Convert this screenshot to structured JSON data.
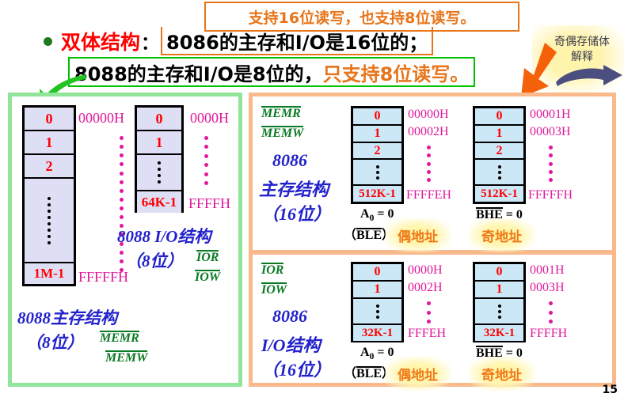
{
  "header": {
    "callout_top": "支持16位读写，也支持8位读写。",
    "bullet_label": "双体结构",
    "colon": "：",
    "line1_boxed": "8086的主存和I/O是16位的；",
    "line2_black": "8088的主存和I/O是8位的，",
    "line2_orange": "只支持8位读写。"
  },
  "badge": {
    "line1": "奇偶存储体",
    "line2": "解释"
  },
  "left_panel": {
    "memory": {
      "caption_line1": "8088主存结构",
      "caption_line2": "（8位）",
      "cells": [
        "0",
        "1",
        "2",
        "⋮",
        "1M-1"
      ],
      "addr_first": "00000H",
      "addr_last": "FFFFFH",
      "signals": [
        "MEMR",
        "MEMW"
      ]
    },
    "io": {
      "caption_line1": "8088 I/O结构",
      "caption_line2": "（8位）",
      "cells": [
        "0",
        "1",
        "⋮",
        "64K-1"
      ],
      "addr_first": "0000H",
      "addr_last": "FFFFH",
      "signals": [
        "IOR",
        "IOW"
      ]
    }
  },
  "right_panel": {
    "memory": {
      "signals": [
        "MEMR",
        "MEMW"
      ],
      "caption_line1": "8086",
      "caption_line2": "主存结构",
      "caption_line3": "（16位）",
      "even_bank": {
        "cells": [
          "0",
          "1",
          "2",
          "⋮",
          "512K-1"
        ],
        "addr_0": "00000H",
        "addr_1": "00002H",
        "addr_last": "FFFFEH",
        "select_signal": "A",
        "select_sub": "0",
        "select_value": "= 0",
        "select_alt_open": "（",
        "select_alt": "BLE",
        "select_alt_close": "）",
        "parity": "偶地址"
      },
      "odd_bank": {
        "cells": [
          "0",
          "1",
          "2",
          "⋮",
          "512K-1"
        ],
        "addr_0": "00001H",
        "addr_1": "00003H",
        "addr_last": "FFFFFH",
        "select_signal": "BHE",
        "select_value": "= 0",
        "parity": "奇地址"
      }
    },
    "io": {
      "signals": [
        "IOR",
        "IOW"
      ],
      "caption_line1": "8086",
      "caption_line2": "I/O结构",
      "caption_line3": "（16位）",
      "even_bank": {
        "cells": [
          "0",
          "1",
          "⋮",
          "32K-1"
        ],
        "addr_0": "0000H",
        "addr_1": "0002H",
        "addr_last": "FFFEH",
        "select_signal": "A",
        "select_sub": "0",
        "select_value": "= 0",
        "select_alt_open": "（",
        "select_alt": "BLE",
        "select_alt_close": "）",
        "parity": "偶地址"
      },
      "odd_bank": {
        "cells": [
          "0",
          "1",
          "⋮",
          "32K-1"
        ],
        "addr_0": "0001H",
        "addr_1": "0003H",
        "addr_last": "FFFFH",
        "select_signal": "BHE",
        "select_value": "= 0",
        "parity": "奇地址"
      }
    }
  },
  "page_number": "15",
  "colors": {
    "orange": "#E8751A",
    "green_border": "#90E59A",
    "orange_border": "#F9B98B",
    "magenta": "#E0189B",
    "blue_caption": "#2222CC",
    "signal_green": "#0A7A24",
    "cell_lavender": "#DEDEF4",
    "cell_blue": "#CCE8F7",
    "red_text": "#FF0000"
  }
}
